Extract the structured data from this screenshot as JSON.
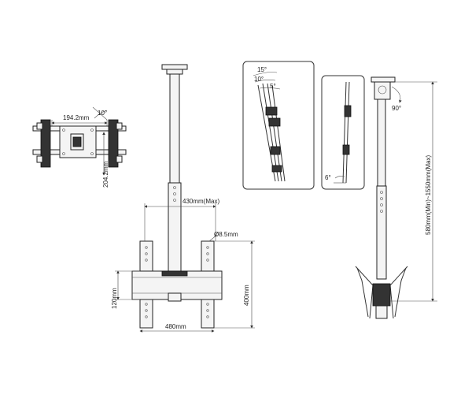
{
  "dimensions": {
    "bracket_width": "194.2mm",
    "bracket_height": "204.2mm",
    "bracket_tilt": "10°",
    "extension_max": "430mm(Max)",
    "hole_diameter": "Ø8.5mm",
    "height_400": "400mm",
    "height_120": "120mm",
    "width_480": "480mm",
    "tilt_15": "15°",
    "tilt_10": "10°",
    "tilt_5": "5°",
    "tilt_6": "6°",
    "rotation_90": "90°",
    "pole_range": "580mm(Min)~1550mm(Max)"
  }
}
